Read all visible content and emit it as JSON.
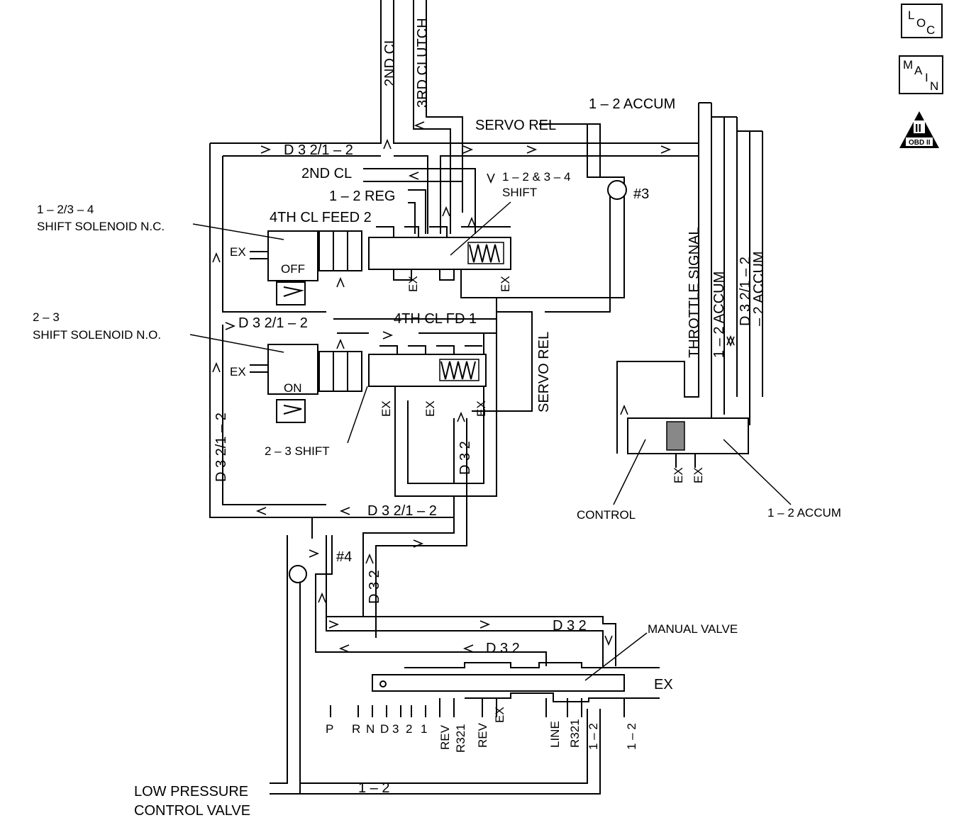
{
  "icons": {
    "loc": [
      "L",
      "O",
      "C"
    ],
    "main": [
      "M",
      "A",
      "I",
      "N"
    ],
    "obd": {
      "numeral": "II",
      "label": "OBD II"
    }
  },
  "labels": {
    "clutch_2nd_top": "2ND CL",
    "clutch_3rd": "3RD CLUTCH",
    "accum_12_top": "1 – 2 ACCUM",
    "servo_rel_top": "SERVO REL",
    "d32_12_top": "D 3 2/1 – 2",
    "clutch_2nd_mid": "2ND CL",
    "shift_1234": [
      "1 – 2 & 3 – 4",
      "SHIFT"
    ],
    "check_3": "#3",
    "reg_12": "1 – 2 REG",
    "solenoid_1234": [
      "1 – 2/3 – 4",
      "SHIFT  SOLENOID N.C."
    ],
    "cl_feed_4th_2": "4TH CL FEED 2",
    "off": "OFF",
    "on": "ON",
    "ex": "EX",
    "throttle_signal": "THROTTLE SIGNAL",
    "accum_12_right": "1 – 2 ACCUM",
    "d32_12_right": "D 3 2/1 – 2",
    "accum_2_right": "– 2 ACCUM",
    "solenoid_23": [
      "2 – 3",
      "SHIFT  SOLENOID N.O."
    ],
    "d32_12_mid": "D 3 2/1 – 2",
    "cl_fd_4th_1": "4TH CL FD 1",
    "servo_rel_mid": "SERVO REL",
    "d32_12_left": "D 3 2/1 – 2",
    "shift_23": "2 – 3 SHIFT",
    "d32_vert": "D 3 2",
    "control": "CONTROL",
    "accum_12_bottom": "1 – 2 ACCUM",
    "d32_12_bottom": "D 3 2/1 – 2",
    "check_4": "#4",
    "d32_lower": "D 3 2",
    "d32_right": "D 3 2",
    "d32_return": "D 3 2",
    "manual_valve": "MANUAL VALVE",
    "ex_manual": "EX",
    "line_12": "1 – 2",
    "low_pressure": [
      "LOW PRESSURE",
      "CONTROL VALVE"
    ]
  },
  "manual_positions": [
    "P",
    "R",
    "N",
    "D",
    "3",
    "2",
    "1"
  ],
  "port_labels": [
    "REV",
    "R321",
    "REV",
    "EX",
    "LINE",
    "R321",
    "1 – 2",
    "1 – 2"
  ]
}
